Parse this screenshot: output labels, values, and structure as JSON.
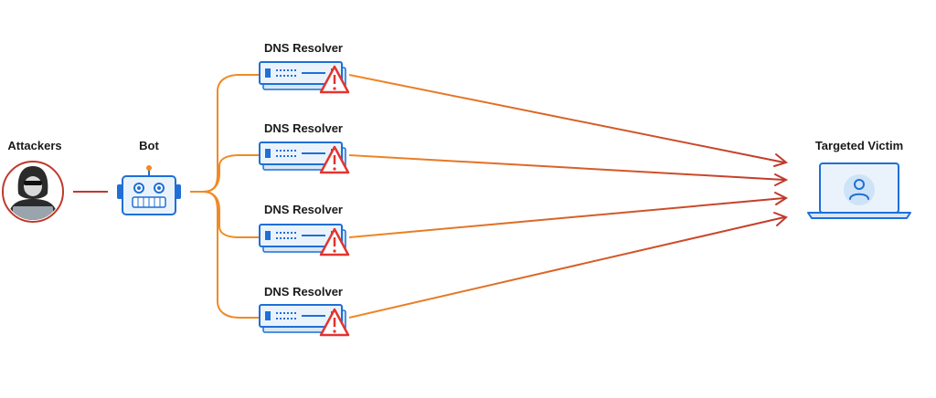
{
  "nodes": {
    "attackers": {
      "label": "Attackers",
      "icon": "hooded-hacker-icon"
    },
    "bot": {
      "label": "Bot",
      "icon": "robot-icon"
    },
    "resolvers": [
      {
        "label": "DNS Resolver",
        "icon": "server-warning-icon"
      },
      {
        "label": "DNS Resolver",
        "icon": "server-warning-icon"
      },
      {
        "label": "DNS Resolver",
        "icon": "server-warning-icon"
      },
      {
        "label": "DNS Resolver",
        "icon": "server-warning-icon"
      }
    ],
    "victim": {
      "label": "Targeted Victim",
      "icon": "laptop-user-icon"
    }
  },
  "colors": {
    "attacker_circle": "#c0392b",
    "link_orange": "#f08a24",
    "attack_red": "#c0392b",
    "device_blue": "#1f6fd6",
    "device_fill": "#eaf3fc",
    "warning_red": "#e3342f"
  }
}
